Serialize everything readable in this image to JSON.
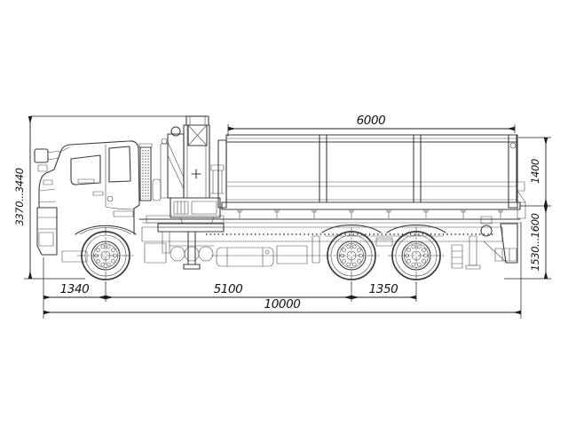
{
  "drawing": {
    "type": "truck-outline-dimensional-drawing",
    "subject": "flatbed truck with folded crane-manipulator, side view",
    "palette": {
      "background": "#ffffff",
      "truck_line": "#3c3c3c",
      "dimension_line": "#1e1e1e",
      "text": "#111111"
    }
  },
  "dimensions": {
    "platform_length": "6000",
    "platform_side_height": "1400",
    "loading_height_range": "1530...1600",
    "overall_height_range": "3370...3440",
    "front_overhang": "1340",
    "wheelbase": "5100",
    "rear_bogie_spread": "1350",
    "overall_length": "10000"
  }
}
